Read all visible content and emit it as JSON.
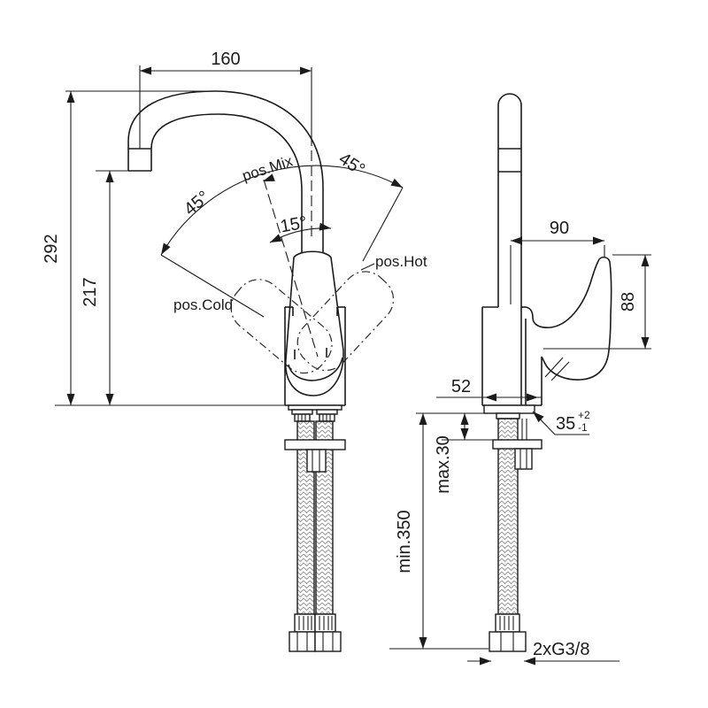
{
  "diagram": {
    "type": "technical-dimension-drawing",
    "subject": "single-lever high-spout mixer faucet, front and side views",
    "colors": {
      "background": "#ffffff",
      "line": "#1b1b1b",
      "braid": "#9a9a9a"
    },
    "front_view": {
      "spout_reach": "160",
      "overall_height": "292",
      "outlet_height": "217",
      "swivel_angle_left": "45°",
      "swivel_angle_right": "45°",
      "lever_open_angle": "15°",
      "pos_mix": "pos.Mix",
      "pos_hot": "pos.Hot",
      "pos_cold": "pos.Cold"
    },
    "side_view": {
      "lever_reach": "90",
      "lever_height": "88",
      "base_depth": "52",
      "hole_diameter": "35",
      "hole_tol_upper": "+2",
      "hole_tol_lower": "-1",
      "deck_thickness_max": "max.30",
      "hose_length_min": "min.350",
      "thread_spec": "2xG3/8"
    }
  }
}
